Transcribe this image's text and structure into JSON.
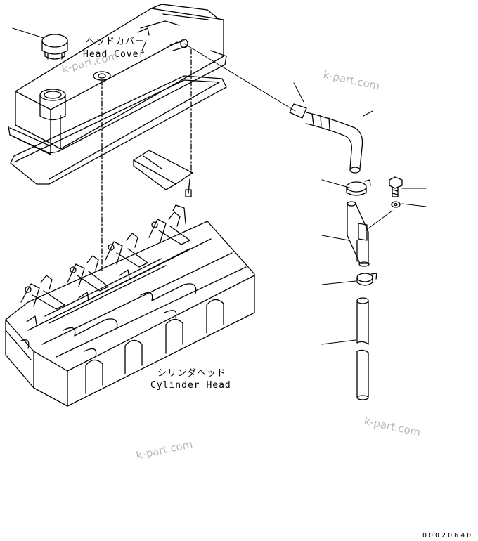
{
  "labels": {
    "head_cover_jp": "ヘッドカバー",
    "head_cover_en": "Head Cover",
    "cylinder_head_jp": "シリンダヘッド",
    "cylinder_head_en": "Cylinder Head"
  },
  "watermark": "k-part.com",
  "figure_number": "00020640"
}
